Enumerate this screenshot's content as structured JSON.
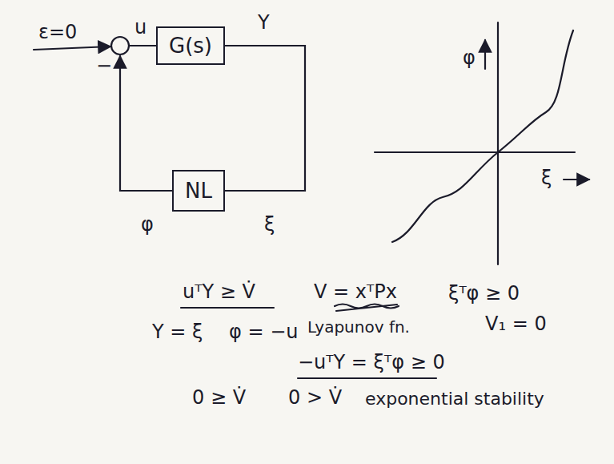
{
  "diagram": {
    "nodes": [
      {
        "text": [
          "G(s)"
        ]
      },
      {
        "text": [
          "NL"
        ]
      }
    ],
    "edges": [
      {
        "from": 0,
        "to": 1,
        "arrow": "none"
      }
    ],
    "labels": [
      "ε=0",
      "u",
      "−",
      "Y",
      "φ",
      "ξ",
      "φ",
      "ξ",
      "uᵀY ≥ V̇",
      "V = xᵀPx",
      "Lyapunov fn.",
      "ξᵀφ ≥ 0",
      "V₁ = 0",
      "Y = ξ",
      "φ = −u",
      "−uᵀY = ξᵀφ ≥ 0",
      "0 ≥ V̇",
      "0 > V̇",
      "exponential stability"
    ]
  }
}
